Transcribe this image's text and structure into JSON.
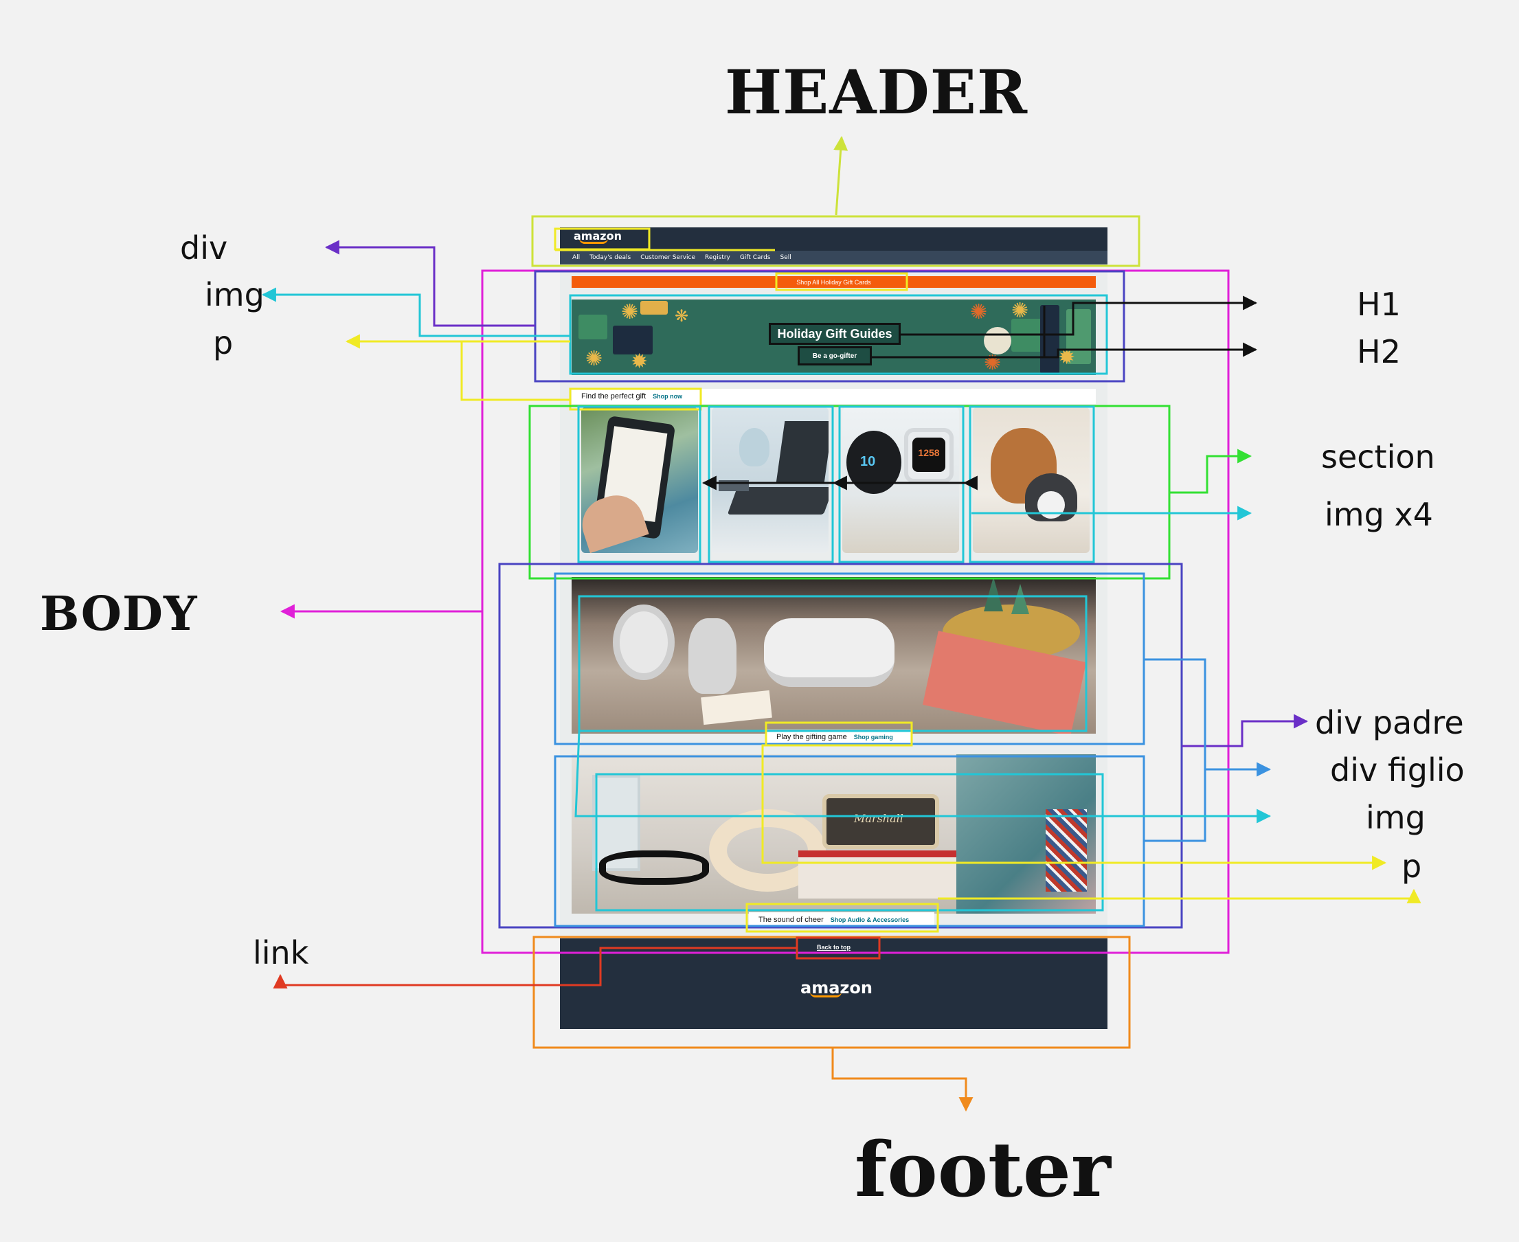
{
  "labels": {
    "header": "HEADER",
    "body": "BODY",
    "footer": "footer",
    "div": "div",
    "img": "img",
    "p": "p",
    "link": "link",
    "h1": "H1",
    "h2": "H2",
    "section": "section",
    "img_x4": "img x4",
    "div_padre": "div padre",
    "div_figlio": "div figlio",
    "img_right": "img",
    "p_right": "p"
  },
  "mockup": {
    "logo": "amazon",
    "nav": [
      "All",
      "Today's deals",
      "Customer Service",
      "Registry",
      "Gift Cards",
      "Sell"
    ],
    "promo_bar": "Shop All Holiday Gift Cards",
    "banner_h1": "Holiday Gift Guides",
    "banner_h2": "Be a go-gifter",
    "find_gift": "Find the perfect gift",
    "find_gift_link": "Shop now",
    "gaming_caption": "Play the gifting game",
    "gaming_link": "Shop gaming",
    "audio_caption": "The sound of cheer",
    "audio_link": "Shop Audio & Accessories",
    "back_to_top": "Back to top",
    "footer_logo": "amazon",
    "watch_left": "10",
    "watch_right": "1258",
    "speaker_brand": "Marshall"
  },
  "colors": {
    "header_box": "#cde23a",
    "body_box": "#e020d8",
    "section_box": "#33e033",
    "footer_box": "#f08a1c",
    "link_box": "#e03a22",
    "img_box": "#22c6d6",
    "p_box": "#f0ea25",
    "div_box": "#4a44c2",
    "div_figlio_box": "#3b92e0",
    "header_arrow": "#cde23a"
  }
}
